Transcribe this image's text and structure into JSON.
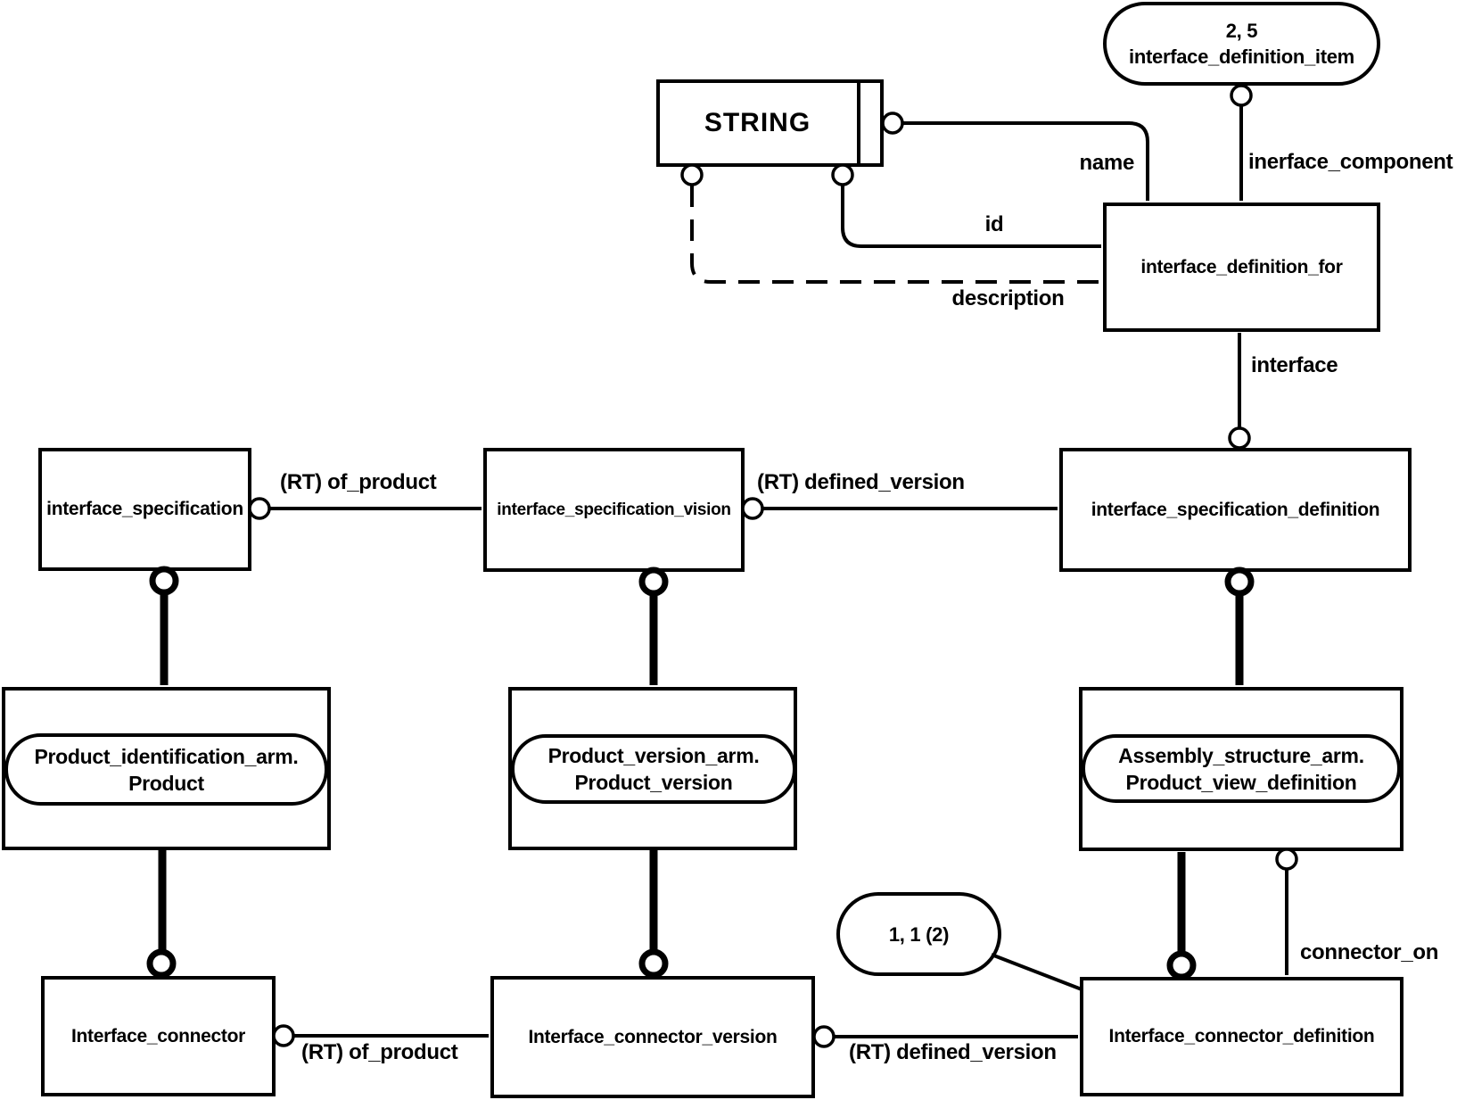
{
  "nodes": {
    "interface_definition_item": {
      "ref": "2, 5",
      "name": "interface_definition_item"
    },
    "string_type": {
      "name": "STRING"
    },
    "interface_definition_for": {
      "name": "interface_definition_for"
    },
    "interface_specification": {
      "name": "interface_specification"
    },
    "interface_specification_vision": {
      "name": "interface_specification_vision"
    },
    "interface_specification_definition": {
      "name": "interface_specification_definition"
    },
    "product_identification_arm": {
      "schema": "Product_identification_arm.",
      "entity": "Product"
    },
    "product_version_arm": {
      "schema": "Product_version_arm.",
      "entity": "Product_version"
    },
    "assembly_structure_arm": {
      "schema": "Assembly_structure_arm.",
      "entity": "Product_view_definition"
    },
    "interface_connector": {
      "name": "Interface_connector"
    },
    "interface_connector_version": {
      "name": "Interface_connector_version"
    },
    "interface_connector_definition": {
      "name": "Interface_connector_definition"
    },
    "page_ref": {
      "ref": "1, 1 (2)"
    }
  },
  "edges": {
    "name": "name",
    "id": "id",
    "description": "description",
    "interface_component": "inerface_component",
    "interface": "interface",
    "of_product": "(RT) of_product",
    "defined_version": "(RT) defined_version",
    "connector_on": "connector_on"
  },
  "colors": {
    "line": "#000000",
    "background": "#ffffff"
  }
}
